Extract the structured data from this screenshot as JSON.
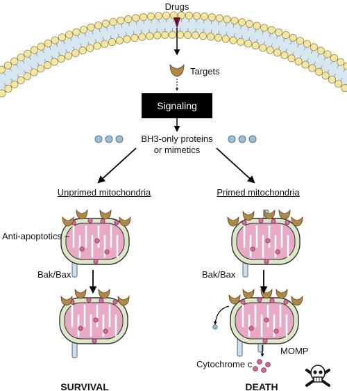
{
  "labels": {
    "drugs": "Drugs",
    "targets": "Targets",
    "signaling": "Signaling",
    "bh3_line1": "BH3-only proteins",
    "bh3_line2": "or mimetics",
    "unprimed": "Unprimed mitochondria",
    "primed": "Primed mitochondria",
    "anti_apoptotics": "Anti-apoptotics",
    "bak_bax_left": "Bak/Bax",
    "bak_bax_right": "Bak/Bax",
    "momp": "MOMP",
    "cytochrome": "Cytochrome c",
    "survival": "SURVIVAL",
    "death": "DEATH"
  },
  "colors": {
    "lipid_head": "#f3e6a3",
    "lipid_stroke": "#8a7d3a",
    "membrane_core": "#d8e7ef",
    "mito_outer": "#dde8c8",
    "mito_matrix": "#e7a9c6",
    "cristae": "#ffffff",
    "protein": "#b0894a",
    "bh3_dot": "#9fc0d4",
    "cytochrome_dot": "#d46a9a",
    "drug_marker": "#6b1535"
  }
}
